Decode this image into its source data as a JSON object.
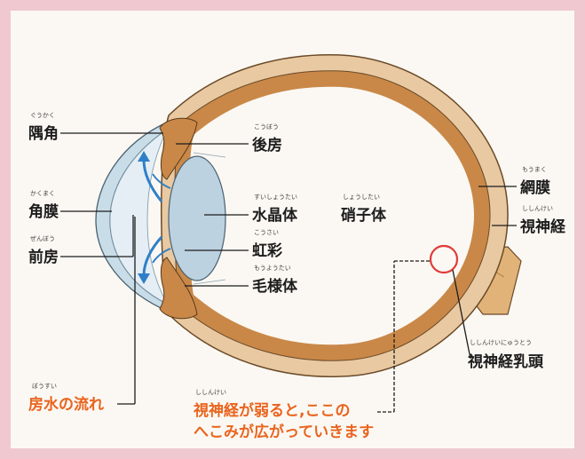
{
  "labels": {
    "gukaku": {
      "text": "隅角",
      "ruby": "ぐうかく"
    },
    "kakumaku": {
      "text": "角膜",
      "ruby": "かくまく"
    },
    "zenbou": {
      "text": "前房",
      "ruby": "ぜんぼう"
    },
    "koubou": {
      "text": "後房",
      "ruby": "こうぼう"
    },
    "suishoutai": {
      "text": "水晶体",
      "ruby": "すいしょうたい"
    },
    "kousai": {
      "text": "虹彩",
      "ruby": "こうさい"
    },
    "moyoutai": {
      "text": "毛様体",
      "ruby": "もうようたい"
    },
    "shoushitai": {
      "text": "硝子体",
      "ruby": "しょうしたい"
    },
    "moumaku": {
      "text": "網膜",
      "ruby": "もうまく"
    },
    "shinkei": {
      "text": "視神経",
      "ruby": "ししんけい"
    },
    "nyuutou": {
      "text": "視神経乳頭",
      "ruby": "ししんけいにゅうとう"
    },
    "bousui": {
      "text": "房水の流れ",
      "ruby": "ぼうすい"
    }
  },
  "caption": {
    "line1": "視神経が弱ると,ここの",
    "line2": "へこみが広がっていきます",
    "ruby": "ししんけい"
  },
  "colors": {
    "accent": "#e9641e",
    "sclera": "#e9c9a2",
    "uvea": "#c98848",
    "cornea": "#c9dde8",
    "lens": "#bcd2e0",
    "flow": "#2f7fc8",
    "marker": "#e23a3a"
  }
}
